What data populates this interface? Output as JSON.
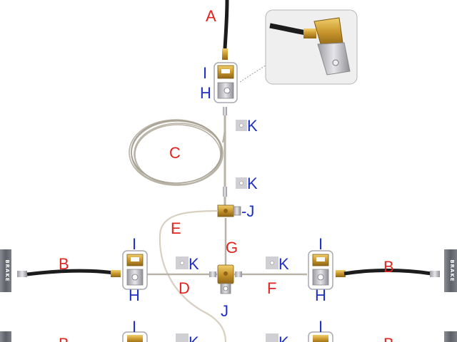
{
  "labels": {
    "A": "A",
    "B_left": "B",
    "B_right": "B",
    "B_bottom_left": "B",
    "B_bottom_right": "B",
    "C": "C",
    "D": "D",
    "E": "E",
    "F": "F",
    "G": "G",
    "H_top": "H",
    "H_left": "H",
    "H_right": "H",
    "I_top": "I",
    "I_left": "I",
    "I_right": "I",
    "I_bottom_left": "I",
    "I_bottom_right": "I",
    "J_top": "-J",
    "J_bottom": "J",
    "K_1": "K",
    "K_2": "K",
    "K_left": "K",
    "K_right": "K",
    "K_bottom_left": "K",
    "K_bottom_right": "K"
  },
  "brake_tags": {
    "left": "BRAKE",
    "right": "BRAKE"
  },
  "colors": {
    "label_red": "#e0231f",
    "label_blue": "#1d2fc6",
    "hose": "#1c1c1c",
    "brass": "#d4a437",
    "steel_line": "#b9b2a6",
    "bracket": "#cfcfd4",
    "brake_tag": "#6d6f77"
  }
}
